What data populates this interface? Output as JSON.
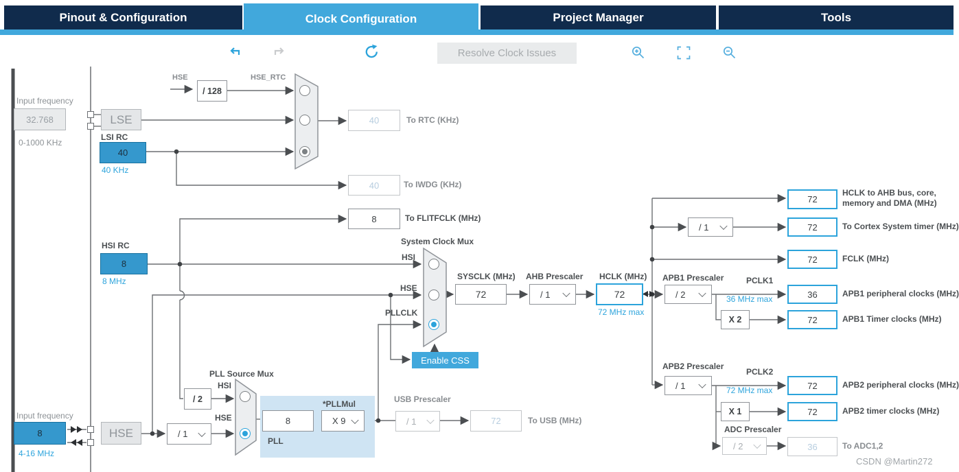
{
  "tabs": [
    {
      "label": "Pinout & Configuration"
    },
    {
      "label": "Clock Configuration"
    },
    {
      "label": "Project Manager"
    },
    {
      "label": "Tools"
    }
  ],
  "toolbar": {
    "resolve": "Resolve Clock Issues",
    "icons": [
      "undo-icon",
      "redo-icon",
      "reset-icon",
      "zoom-in-icon",
      "fit-screen-icon",
      "zoom-out-icon"
    ]
  },
  "left": {
    "lse_input_label": "Input frequency",
    "lse_input_value": "32.768",
    "lse_input_range": "0-1000 KHz",
    "lse_label": "LSE",
    "lsi_title": "LSI RC",
    "lsi_value": "40",
    "lsi_freq": "40 KHz",
    "hsi_title": "HSI RC",
    "hsi_value": "8",
    "hsi_freq": "8 MHz",
    "hse_input_label": "Input frequency",
    "hse_input_value": "8",
    "hse_input_range": "4-16 MHz",
    "hse_label": "HSE"
  },
  "rtc": {
    "hse_tap_label": "HSE",
    "divider": "/ 128",
    "hse_rtc_label": "HSE_RTC",
    "to_rtc_value": "40",
    "to_rtc_label": "To RTC (KHz)",
    "to_iwdg_value": "40",
    "to_iwdg_label": "To IWDG (KHz)"
  },
  "flitf": {
    "value": "8",
    "label": "To FLITFCLK (MHz)"
  },
  "sysmux": {
    "title": "System Clock Mux",
    "in_hsi": "HSI",
    "in_hse": "HSE",
    "in_pllclk": "PLLCLK",
    "css_button": "Enable CSS"
  },
  "sysclk": {
    "label": "SYSCLK (MHz)",
    "value": "72"
  },
  "ahb": {
    "label": "AHB Prescaler",
    "value": "/ 1"
  },
  "hclk": {
    "label": "HCLK (MHz)",
    "value": "72",
    "max": "72 MHz max"
  },
  "pll": {
    "mux_title": "PLL Source Mux",
    "hsi_label": "HSI",
    "hsi_div": "/ 2",
    "hse_label": "HSE",
    "hse_div": "/ 1",
    "input_value": "8",
    "mul_label": "*PLLMul",
    "mul_value": "X 9",
    "block_label": "PLL"
  },
  "usb": {
    "label": "USB Prescaler",
    "prescaler": "/ 1",
    "value": "72",
    "out_label": "To USB (MHz)"
  },
  "ahb_outputs": {
    "hclk_ahb_value": "72",
    "hclk_ahb_label1": "HCLK to AHB bus, core,",
    "hclk_ahb_label2": "memory and DMA (MHz)",
    "cortex_prescaler": "/ 1",
    "cortex_value": "72",
    "cortex_label": "To Cortex System timer (MHz)",
    "fclk_value": "72",
    "fclk_label": "FCLK (MHz)"
  },
  "apb1": {
    "label": "APB1 Prescaler",
    "prescaler": "/ 2",
    "pclk": "PCLK1",
    "max": "36 MHz max",
    "value": "36",
    "out_label": "APB1 peripheral clocks (MHz)",
    "mul": "X 2",
    "timer_value": "72",
    "timer_label": "APB1 Timer clocks (MHz)"
  },
  "apb2": {
    "label": "APB2 Prescaler",
    "prescaler": "/ 1",
    "pclk": "PCLK2",
    "max": "72 MHz max",
    "value": "72",
    "out_label": "APB2 peripheral clocks (MHz)",
    "mul": "X 1",
    "timer_value": "72",
    "timer_label": "APB2 timer clocks (MHz)",
    "adc_label": "ADC Prescaler",
    "adc_prescaler": "/ 2",
    "adc_value": "36",
    "adc_out_label": "To ADC1,2"
  },
  "watermark": "CSDN @Martin272",
  "colors": {
    "accent": "#41a8dc",
    "navy": "#102b4c",
    "source_fill": "#3598cd",
    "edit_border": "#2ba3db",
    "blue_text": "#2da4dc"
  }
}
